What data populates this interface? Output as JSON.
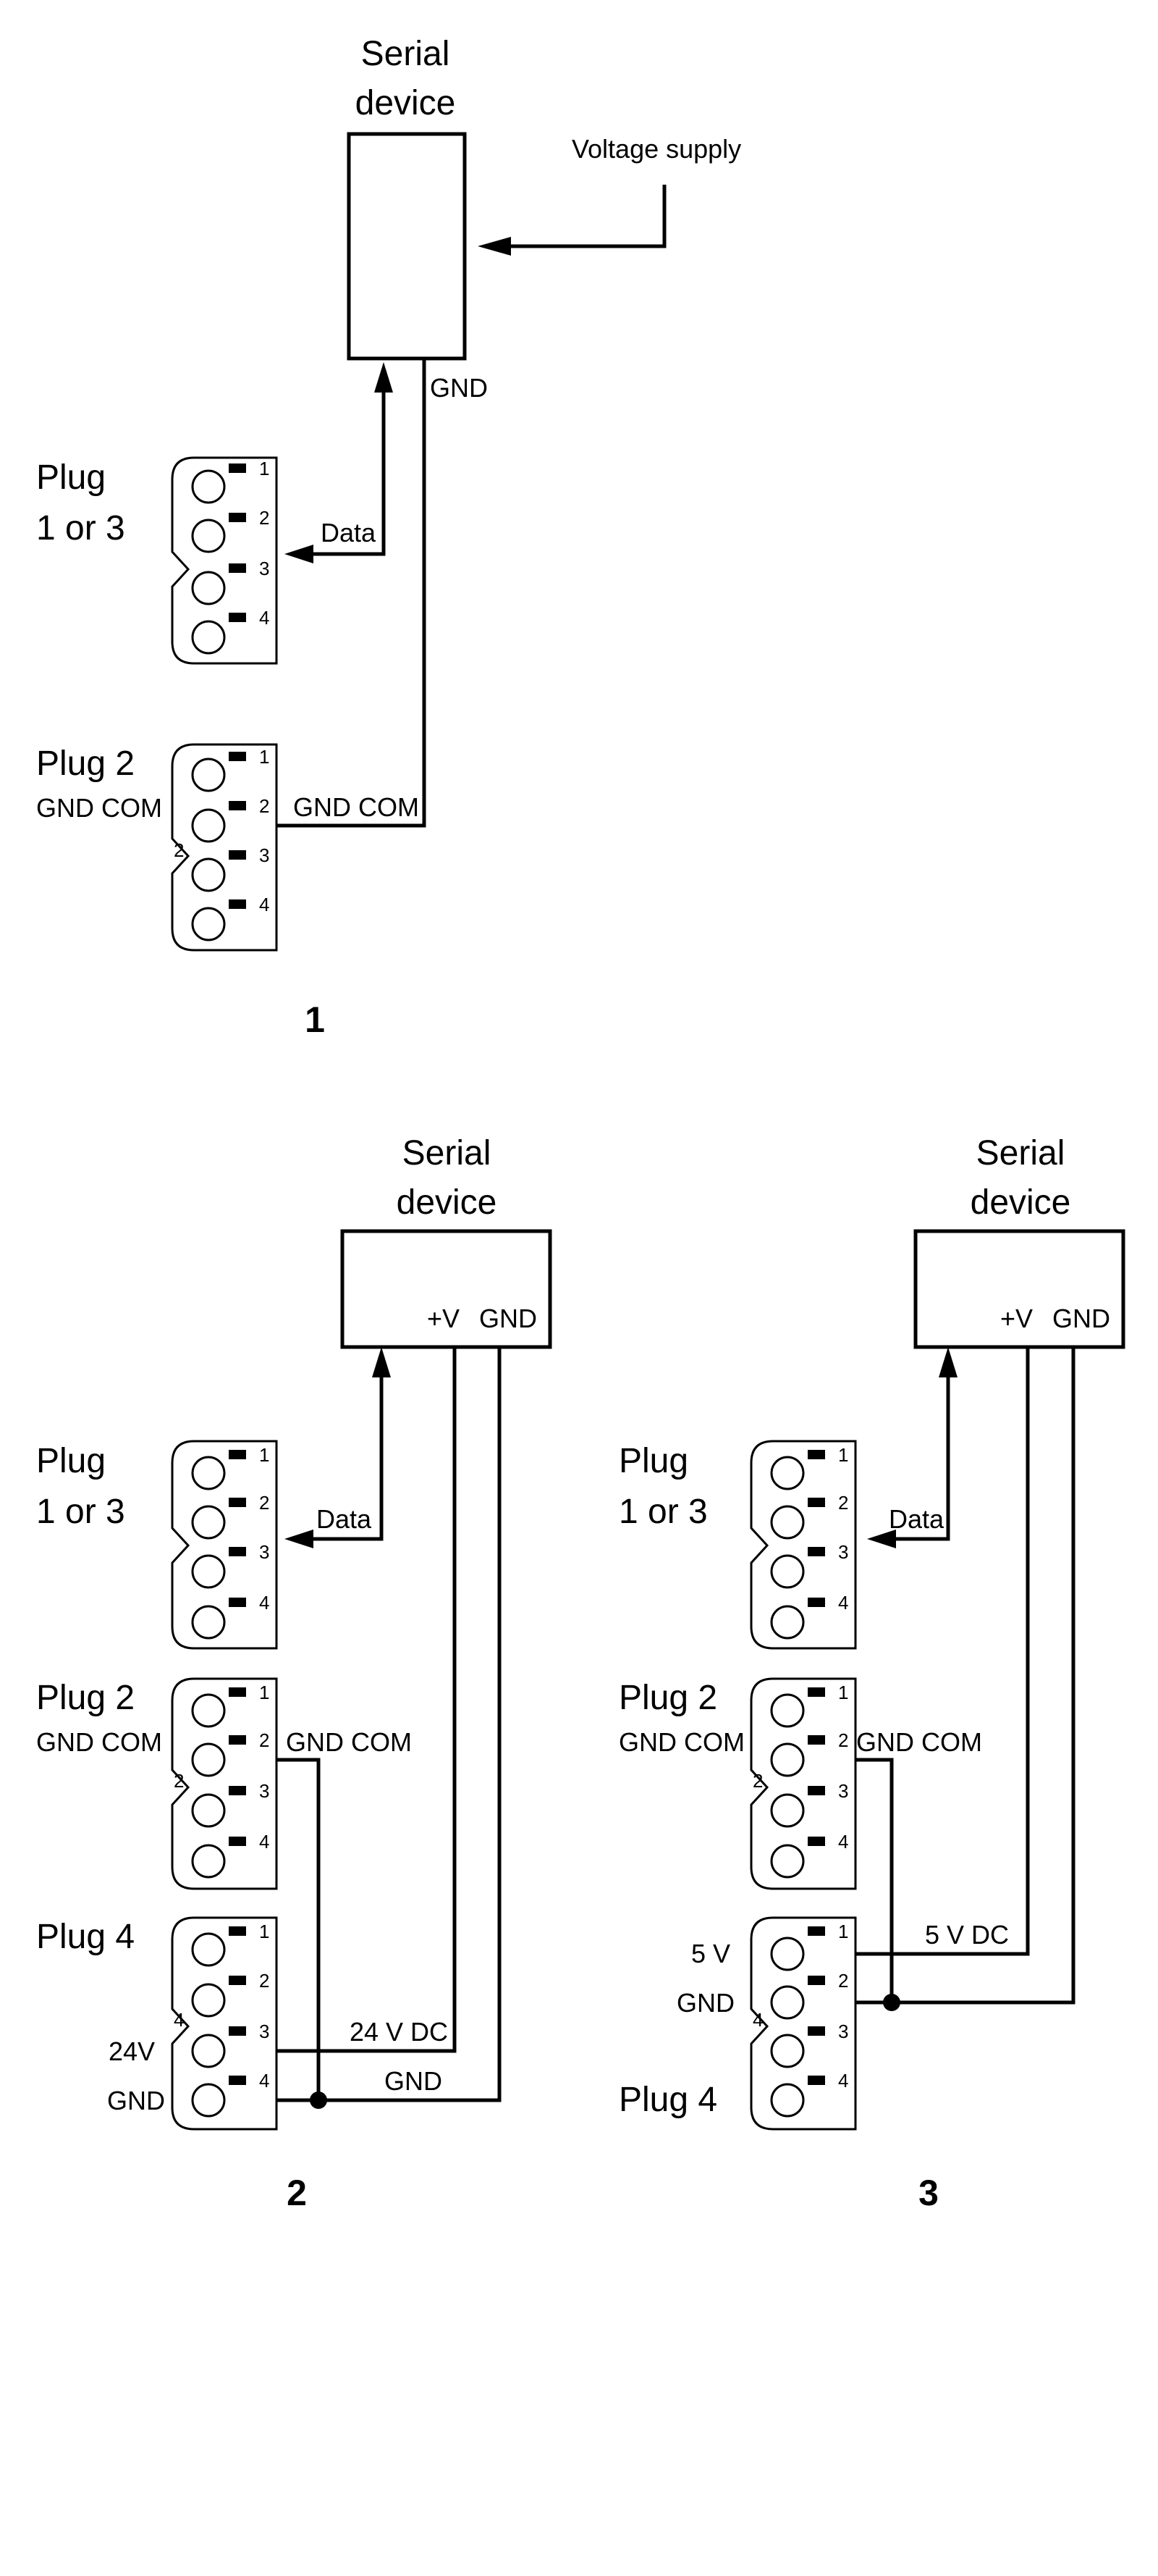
{
  "diagram1": {
    "device_title_line1": "Serial",
    "device_title_line2": "device",
    "voltage_supply": "Voltage supply",
    "gnd_label": "GND",
    "data_label": "Data",
    "gnd_com_wire_label": "GND COM",
    "plug13_line1": "Plug",
    "plug13_line2": "1 or 3",
    "plug2_line1": "Plug 2",
    "plug2_line2": "GND COM",
    "plug2_tag": "2",
    "number": "1"
  },
  "diagram2": {
    "device_title_line1": "Serial",
    "device_title_line2": "device",
    "plus_v": "+V",
    "gnd_label": "GND",
    "data_label": "Data",
    "gnd_com_wire_label": "GND COM",
    "plug13_line1": "Plug",
    "plug13_line2": "1 or 3",
    "plug2_line1": "Plug 2",
    "plug2_line2": "GND COM",
    "plug2_tag": "2",
    "plug4_label": "Plug 4",
    "plug4_tag": "4",
    "pin24v_label": "24V",
    "pingnd_label": "GND",
    "wire_24vdc": "24 V DC",
    "wire_gnd": "GND",
    "number": "2"
  },
  "diagram3": {
    "device_title_line1": "Serial",
    "device_title_line2": "device",
    "plus_v": "+V",
    "gnd_label": "GND",
    "data_label": "Data",
    "gnd_com_wire_label": "GND COM",
    "plug13_line1": "Plug",
    "plug13_line2": "1 or 3",
    "plug2_line1": "Plug 2",
    "plug2_line2": "GND COM",
    "plug2_tag": "2",
    "plug4_label": "Plug 4",
    "plug4_tag": "4",
    "pin5v_label": "5 V",
    "pingnd_label": "GND",
    "wire_5vdc": "5 V DC",
    "number": "3"
  },
  "pin_numbers": [
    "1",
    "2",
    "3",
    "4"
  ]
}
